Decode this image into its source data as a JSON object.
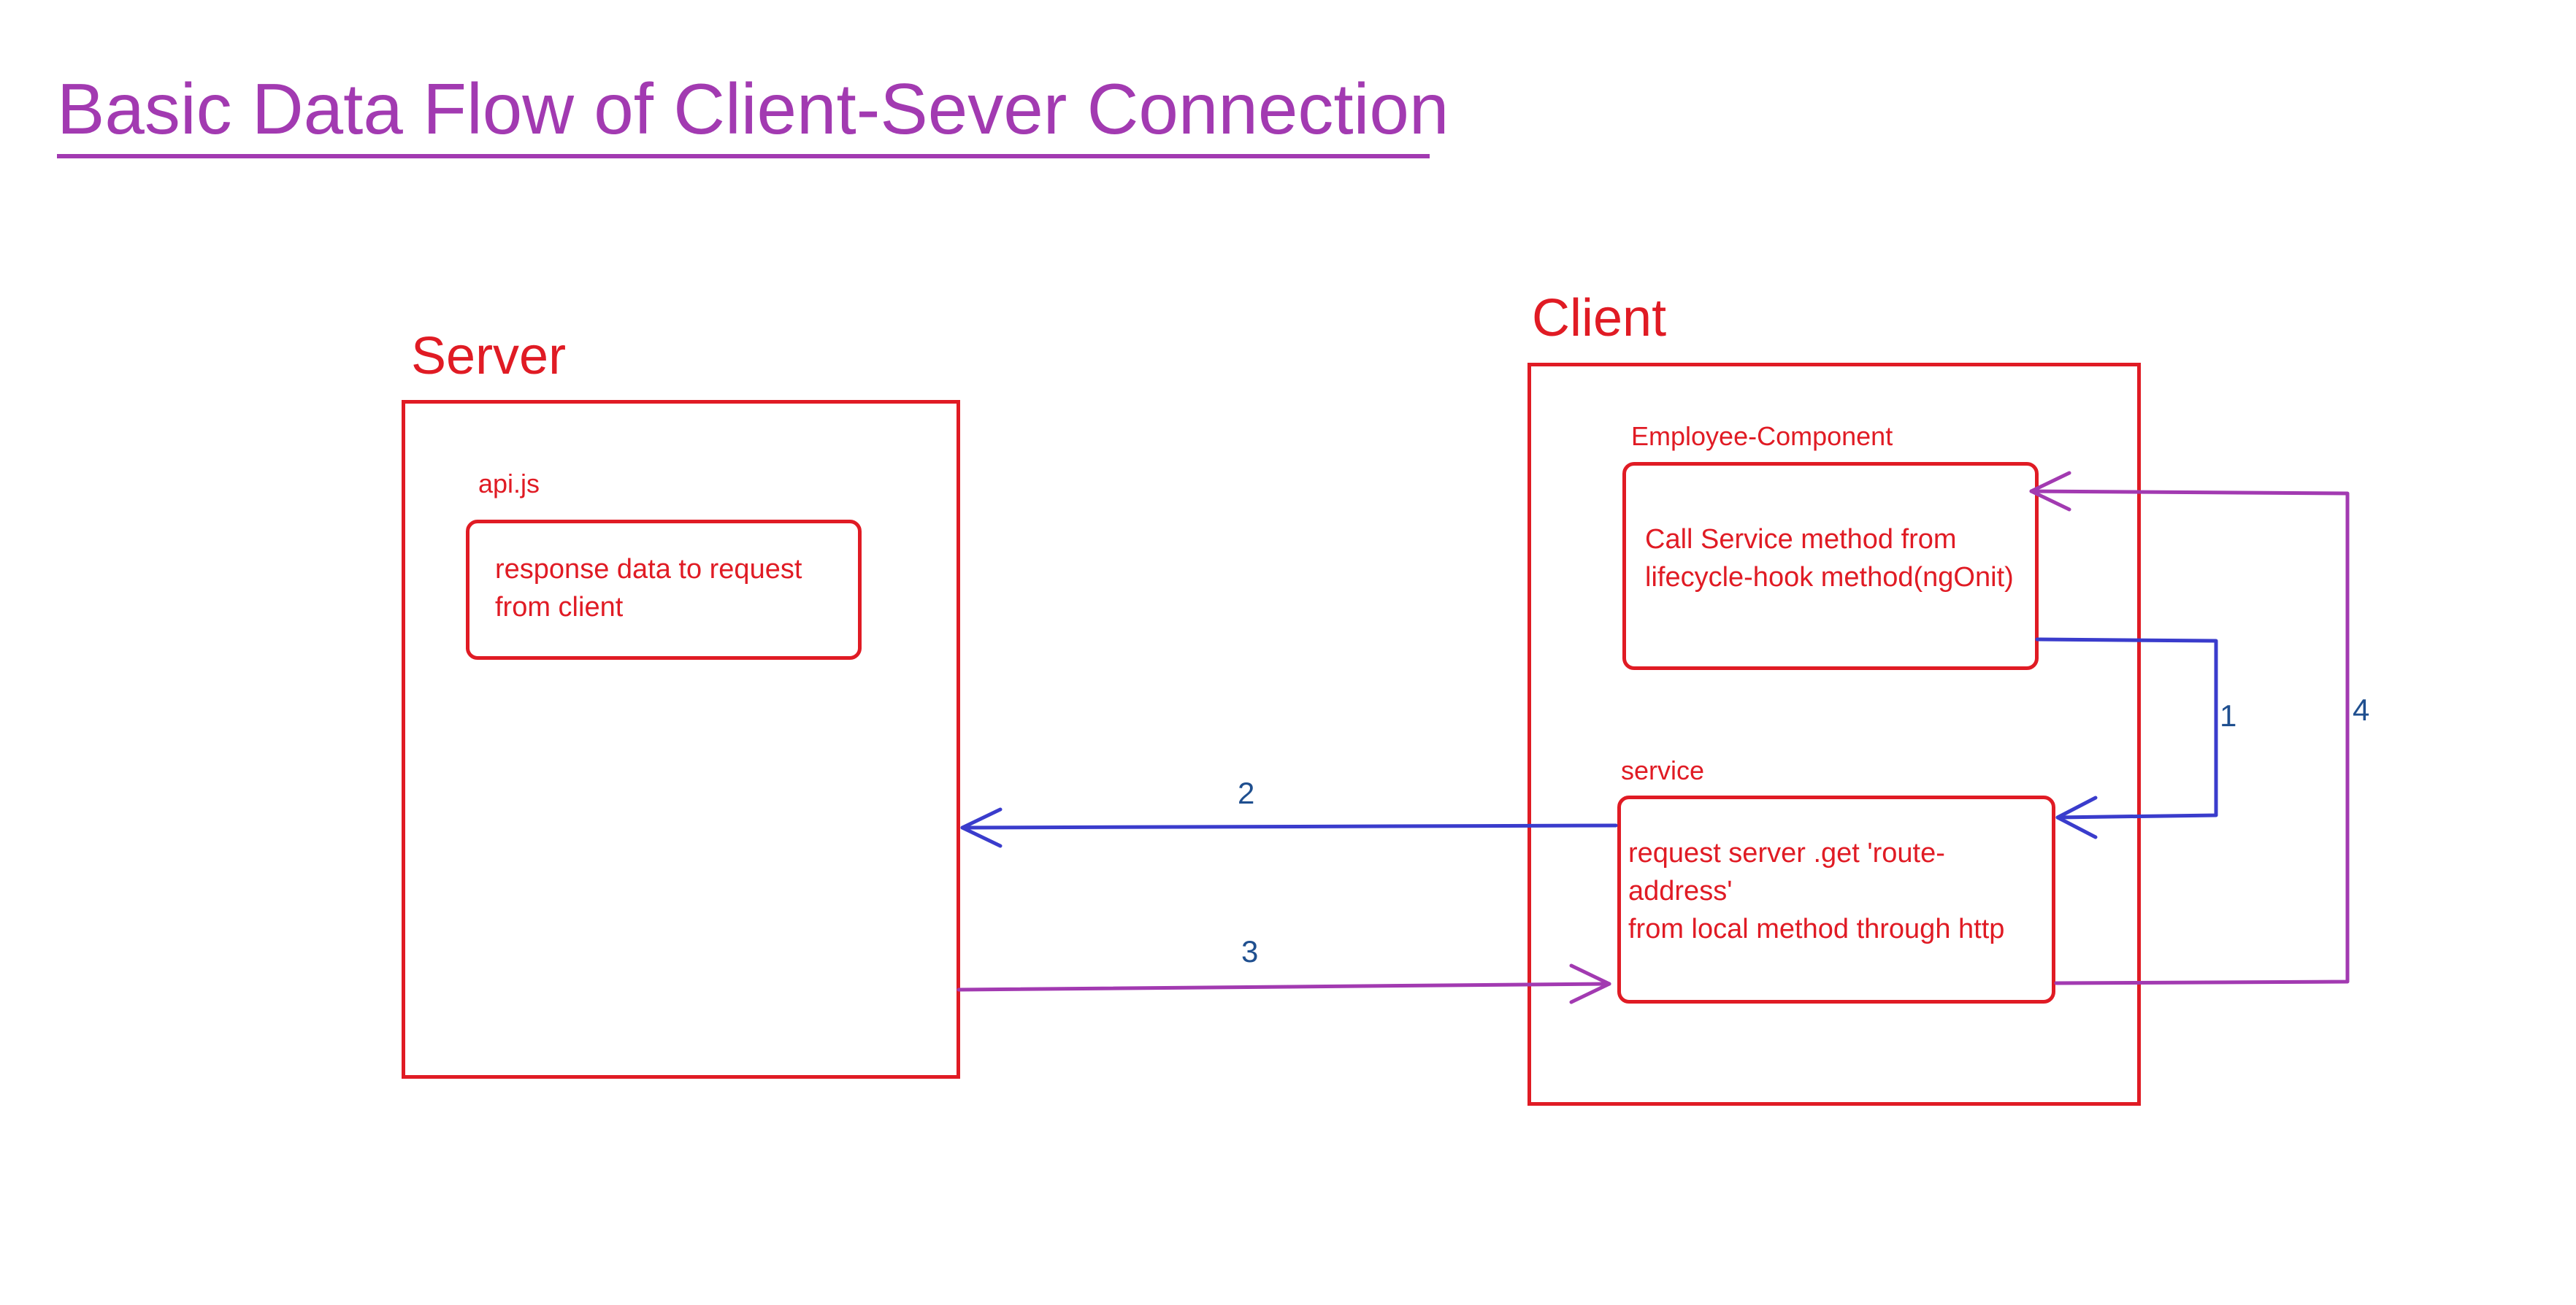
{
  "title": "Basic Data Flow of Client-Sever Connection",
  "server": {
    "label": "Server",
    "module_label": "api.js",
    "box_line1": "response data to request",
    "box_line2": "from client"
  },
  "client": {
    "label": "Client",
    "component_label": "Employee-Component",
    "component_line1": "Call Service method from",
    "component_line2": "lifecycle-hook method(ngOnit)",
    "service_label": "service",
    "service_line1": "request server .get 'route-",
    "service_line2": "address'",
    "service_line3": "from local method through http"
  },
  "steps": {
    "step1": "1",
    "step2": "2",
    "step3": "3",
    "step4": "4"
  },
  "colors": {
    "title": "#a23ab1",
    "boxes": "#e01b24",
    "request_arrow": "#3a3ccc",
    "response_arrow": "#a23ab1",
    "numbers": "#1f4f8f"
  }
}
